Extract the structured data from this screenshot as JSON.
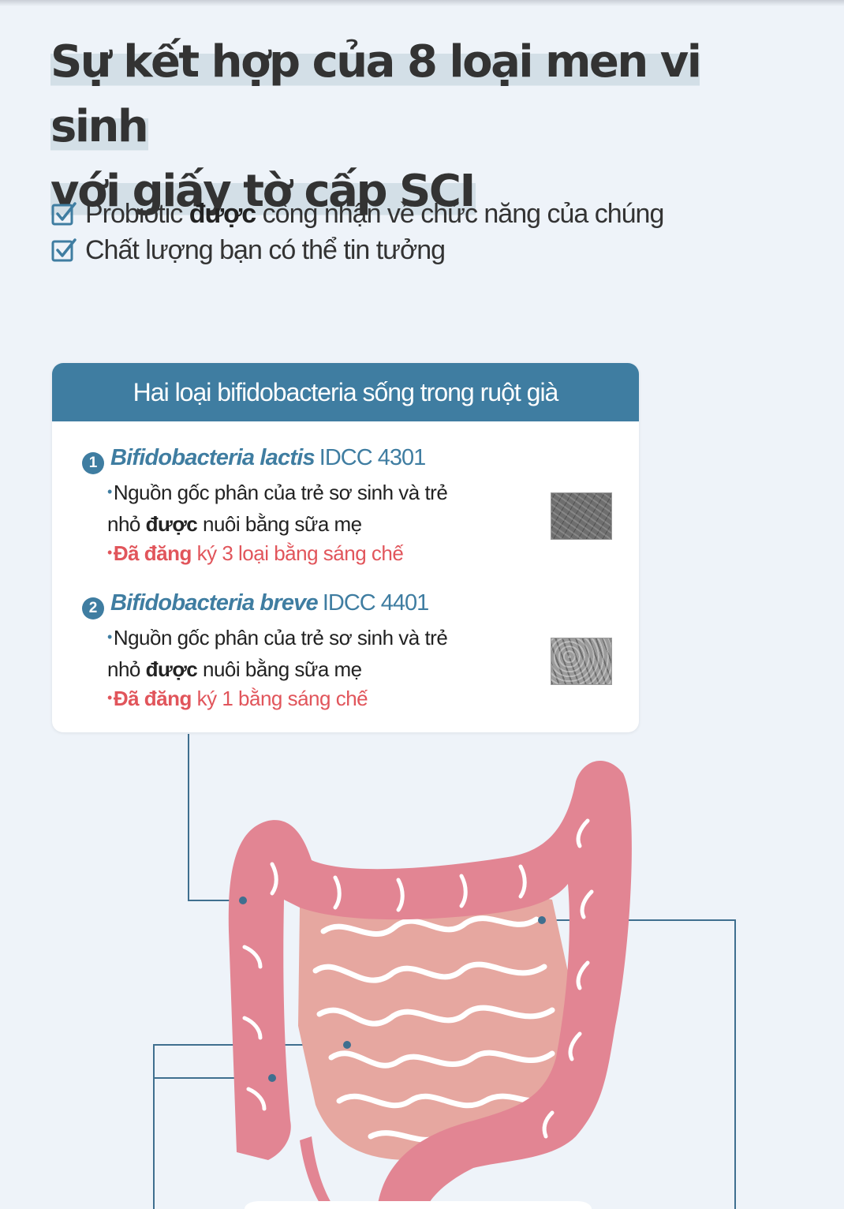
{
  "headline": {
    "line1": "Sự kết hợp của 8 loại men vi sinh",
    "line2": "với giấy tờ cấp SCI"
  },
  "checks": [
    {
      "pre": "Probiotic ",
      "bold": "được",
      "post": " công nhận về chức năng của chúng"
    },
    {
      "pre": "Chất lượng bạn có thể tin tưởng",
      "bold": "",
      "post": ""
    }
  ],
  "card": {
    "title": "Hai loại bifidobacteria sống trong ruột già",
    "strains": [
      {
        "number": "1",
        "name": "Bifidobacteria lactis",
        "code": "IDCC 4301",
        "desc_a": "Nguồn gốc phân của trẻ sơ sinh và trẻ",
        "desc_b1": "nhỏ ",
        "desc_b_bold": "được",
        "desc_b2": " nuôi bằng sữa mẹ",
        "patent_bold": "Đã đăng",
        "patent_rest": " ký 3 loại bằng sáng chế"
      },
      {
        "number": "2",
        "name": "Bifidobacteria breve",
        "code": "IDCC 4401",
        "desc_a": "Nguồn gốc phân của trẻ sơ sinh và trẻ",
        "desc_b1": "nhỏ ",
        "desc_b_bold": "được",
        "desc_b2": " nuôi bằng sữa mẹ",
        "patent_bold": "Đã đăng",
        "patent_rest": " ký 1 bằng sáng chế"
      }
    ]
  },
  "colors": {
    "background": "#eef3f9",
    "accent": "#3f7da1",
    "patent_red": "#e1555b",
    "colon_pink": "#e28593",
    "small_intestine": "#e6a7a0"
  },
  "icons": [
    "checkbox-checked-icon",
    "microscope-image",
    "intestine-illustration"
  ]
}
